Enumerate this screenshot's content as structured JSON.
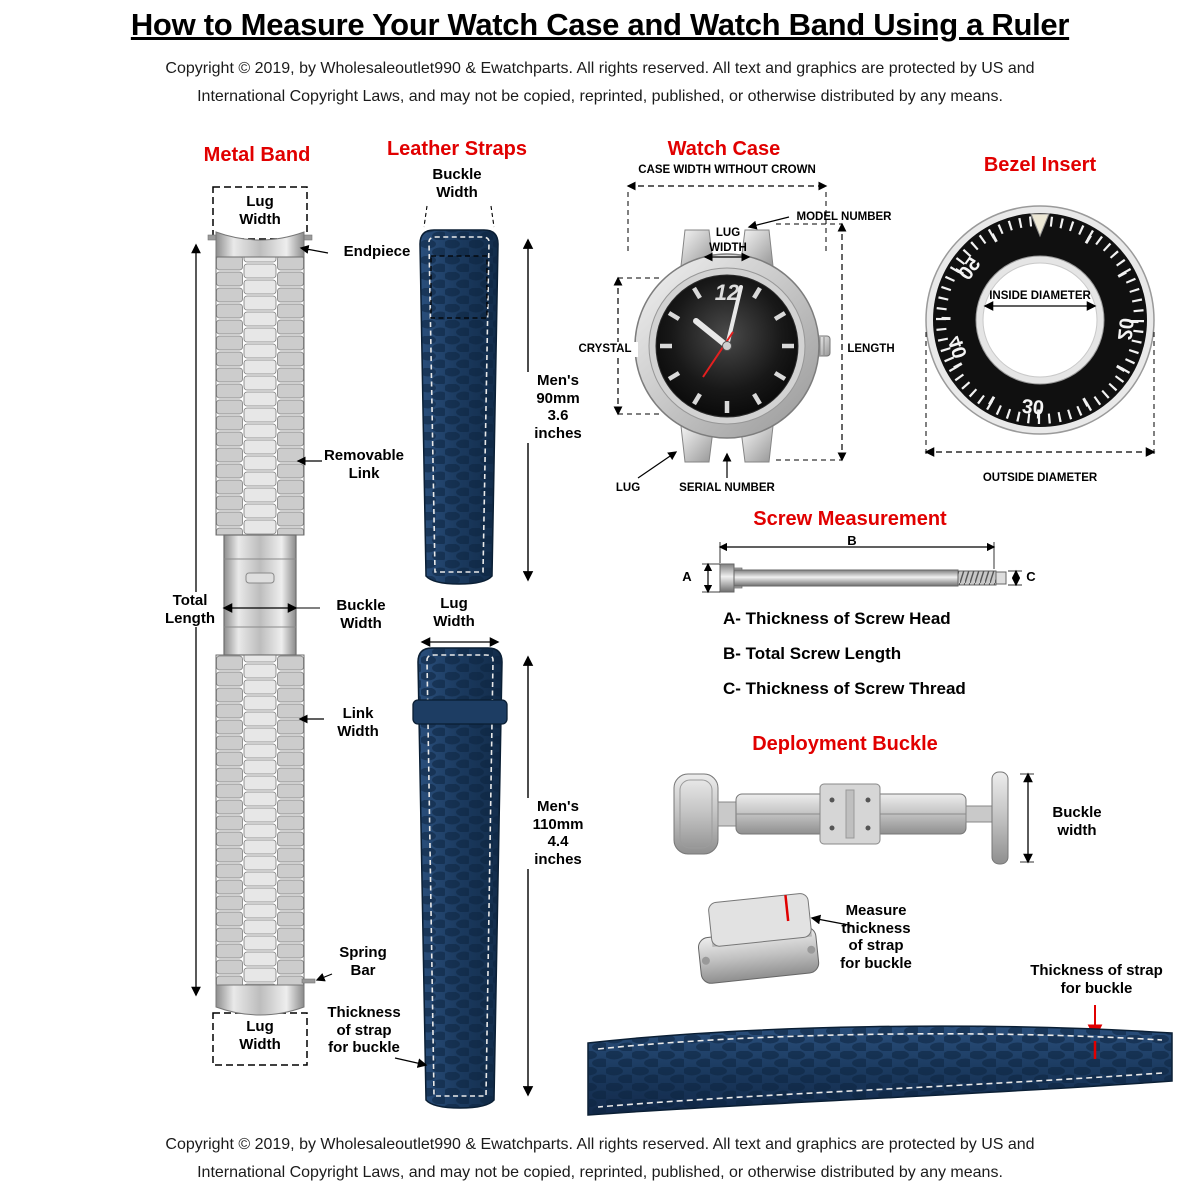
{
  "page": {
    "title": "How to Measure Your Watch Case and Watch Band Using a Ruler",
    "copyright_line1": "Copyright  © 2019, by Wholesaleoutlet990 & Ewatchparts. All rights reserved. All text and graphics are protected by US and",
    "copyright_line2": "International Copyright Laws, and may not be copied, reprinted, published, or otherwise distributed by any  means."
  },
  "colors": {
    "heading_red": "#e10000",
    "accent_red": "#e00000",
    "strap_navy": "#1b3a5f",
    "steel": "#c0c0c0"
  },
  "metal_band": {
    "heading": "Metal Band",
    "lug_width_top": "Lug\nWidth",
    "endpiece": "Endpiece",
    "removable_link": "Removable\nLink",
    "total_length": "Total\nLength",
    "buckle_width": "Buckle\nWidth",
    "link_width": "Link\nWidth",
    "spring_bar": "Spring\nBar",
    "lug_width_bottom": "Lug\nWidth"
  },
  "leather_straps": {
    "heading": "Leather Straps",
    "buckle_width": "Buckle\nWidth",
    "mens_90": "Men's\n90mm\n3.6 inches",
    "lug_width": "Lug\nWidth",
    "mens_110": "Men's\n110mm\n4.4 inches",
    "thickness": "Thickness\nof strap\nfor buckle"
  },
  "watch_case": {
    "heading": "Watch Case",
    "case_width": "CASE WIDTH WITHOUT CROWN",
    "model_number": "MODEL NUMBER",
    "lug_width": "LUG\nWIDTH",
    "crystal": "CRYSTAL",
    "length": "LENGTH",
    "lug": "LUG",
    "serial_number": "SERIAL NUMBER",
    "dial_numeral": "12"
  },
  "bezel_insert": {
    "heading": "Bezel Insert",
    "inside_diameter": "INSIDE DIAMETER",
    "outside_diameter": "OUTSIDE DIAMETER",
    "numbers": {
      "n20": "20",
      "n30": "30",
      "n40": "40",
      "n50": "50"
    }
  },
  "screw": {
    "heading": "Screw Measurement",
    "a": "A",
    "b": "B",
    "c": "C",
    "legend_a": "A- Thickness of Screw Head",
    "legend_b": "B- Total Screw Length",
    "legend_c": "C- Thickness of Screw Thread"
  },
  "deployment_buckle": {
    "heading": "Deployment Buckle",
    "buckle_width": "Buckle\nwidth",
    "measure_thickness": "Measure\nthickness\nof strap\nfor buckle"
  },
  "bottom_strap": {
    "thickness": "Thickness of strap\nfor buckle"
  }
}
